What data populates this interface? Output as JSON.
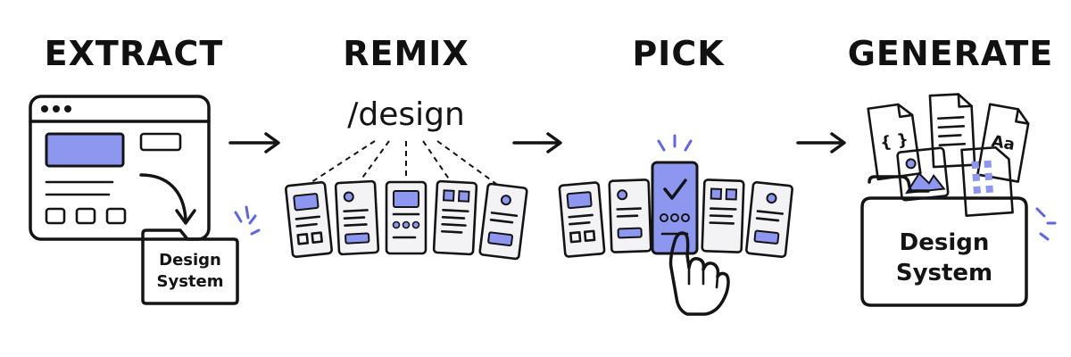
{
  "steps": [
    {
      "title": "EXTRACT"
    },
    {
      "title": "REMIX"
    },
    {
      "title": "PICK"
    },
    {
      "title": "GENERATE"
    }
  ],
  "extract": {
    "folder_line1": "Design",
    "folder_line2": "System"
  },
  "remix": {
    "command": "/design"
  },
  "generate": {
    "folder_line1": "Design",
    "folder_line2": "System",
    "code_glyph": "{ }",
    "font_glyph": "Aa"
  },
  "colors": {
    "accent": "#8e97f0",
    "accent_stroke": "#5b66e8",
    "ink": "#141414",
    "paper": "#f3f3f6"
  }
}
